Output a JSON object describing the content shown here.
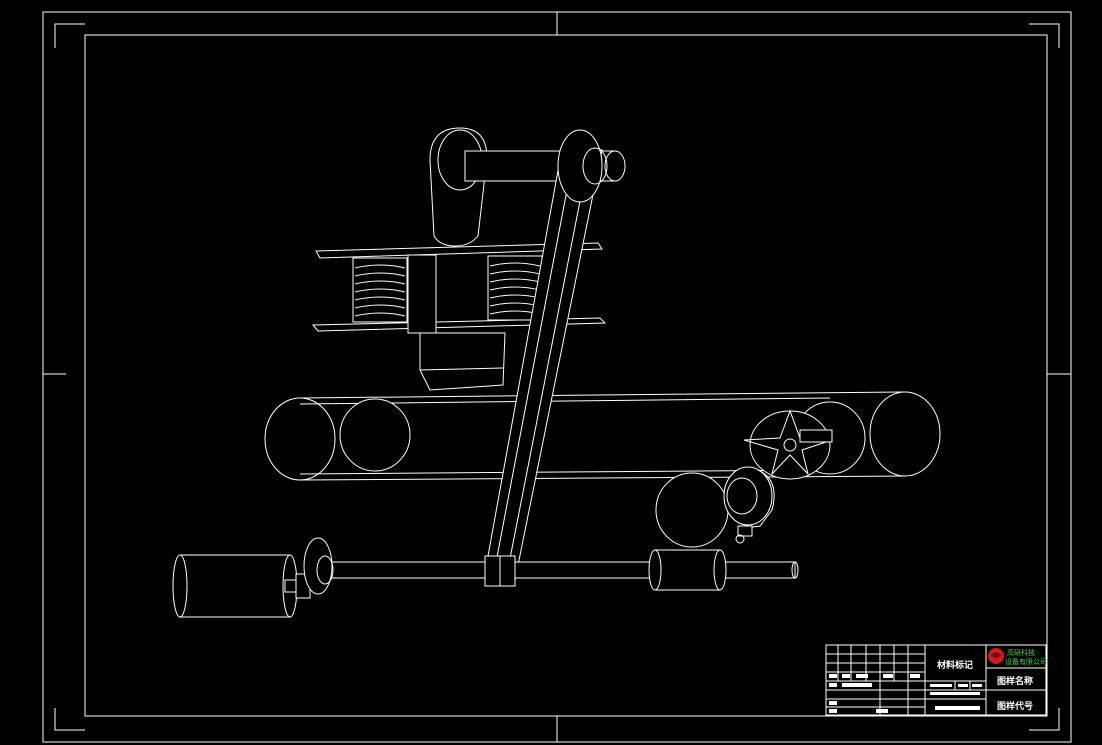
{
  "title_block": {
    "material_label": "材料标记",
    "drawing_name_label": "图样名称",
    "drawing_code_label": "图样代号",
    "company_line1": "高研科技",
    "company_line2": "设备有限公司"
  },
  "colors": {
    "background": "#000000",
    "line": "#ffffff",
    "company_text": "#3cd33c",
    "logo": "#d11a1a"
  }
}
